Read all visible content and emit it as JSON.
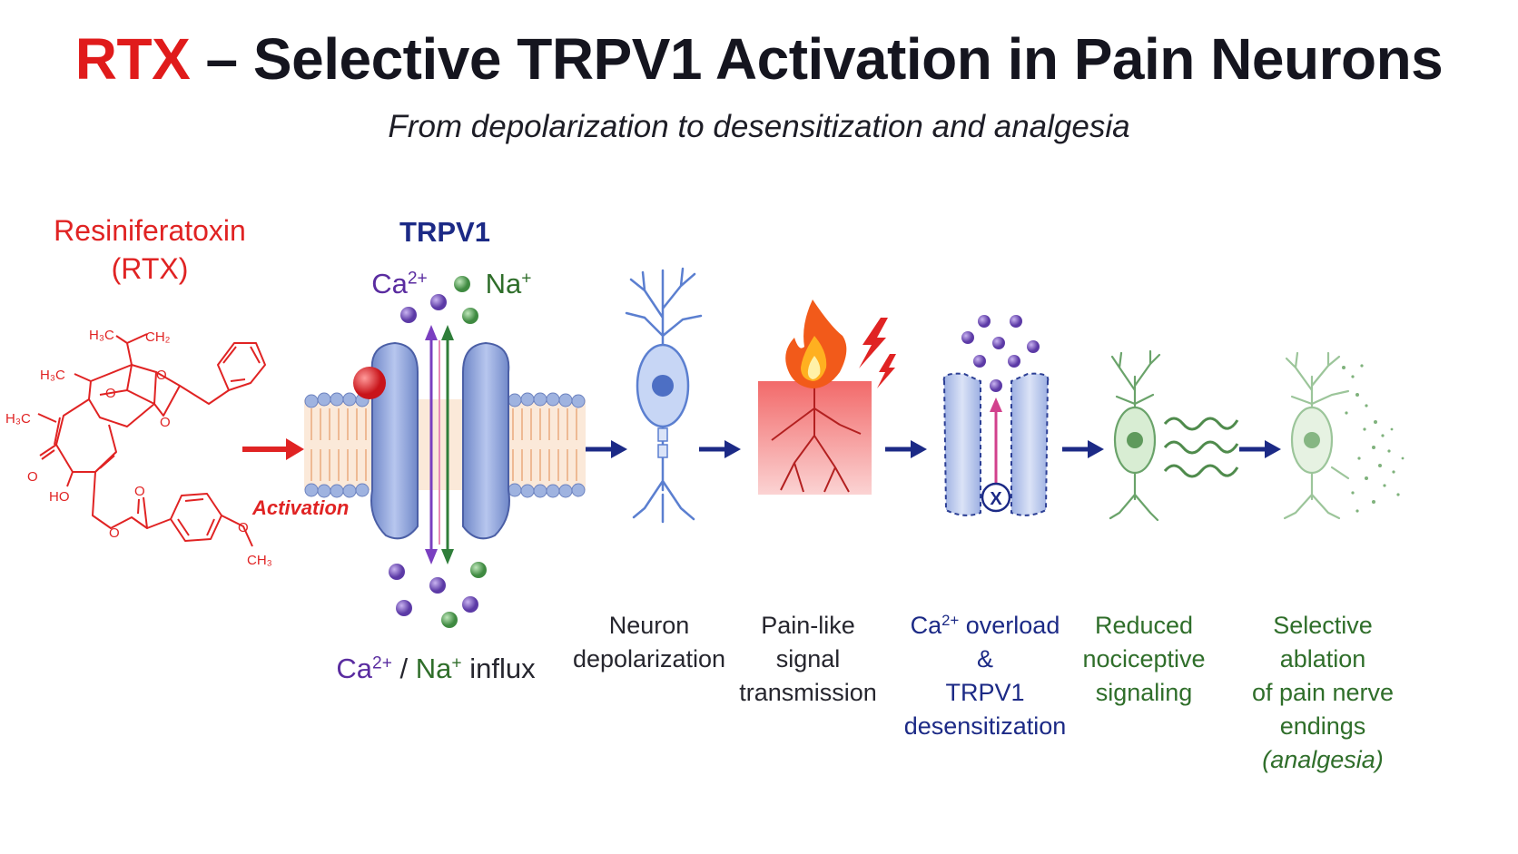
{
  "title": {
    "highlight": "RTX",
    "rest": " – Selective TRPV1 Activation in Pain Neurons"
  },
  "subtitle": "From depolarization to desensitization and analgesia",
  "molecule": {
    "name_line1": "Resiniferatoxin",
    "name_line2": "(RTX)",
    "atoms": {
      "h3c_top": "H₃C",
      "ch2": "CH₂",
      "h3c_mid": "H₃C",
      "h3c_left": "H₃C",
      "o1": "O",
      "o2": "O",
      "o3": "O",
      "o_ketone": "O",
      "ho": "HO",
      "o_ester": "O",
      "o_carbonyl": "O",
      "o_methoxy": "O",
      "ch3": "CH₃"
    }
  },
  "activation_label": "Activation",
  "channel": {
    "label": "TRPV1",
    "ca_label": "Ca",
    "ca_sup": "2+",
    "na_label": "Na",
    "na_sup": "+",
    "influx": {
      "ca": "Ca",
      "ca_sup": "2+",
      "sep": " / ",
      "na": "Na",
      "na_sup": "+",
      "suffix": " influx"
    }
  },
  "steps": [
    {
      "lines": [
        "Neuron",
        "depolarization"
      ],
      "color": "#26262e"
    },
    {
      "lines": [
        "Pain-like",
        "signal",
        "transmission"
      ],
      "color": "#26262e"
    },
    {
      "line1_pre": "Ca",
      "line1_sup": "2+",
      "line1_post": " overload &",
      "line2": "TRPV1",
      "line3": "desensitization",
      "color": "#1c2a86"
    },
    {
      "lines": [
        "Reduced",
        "nociceptive",
        "signaling"
      ],
      "color": "#2f6e2a"
    },
    {
      "lines": [
        "Selective ablation",
        "of pain nerve",
        "endings"
      ],
      "italic": "(analgesia)",
      "color": "#2f6e2a"
    }
  ],
  "blocked_mark": "X",
  "colors": {
    "red": "#e02323",
    "navy": "#1c2a86",
    "purple": "#5a2ca0",
    "green": "#2f6e2a",
    "membrane_blue": "#8fa6d8",
    "neuron_blue": "#5b7fd0",
    "neuron_green": "#6aa36a"
  },
  "icons": [
    "flame-icon",
    "lightning-icon",
    "neuron-icon",
    "ion-channel-icon"
  ]
}
